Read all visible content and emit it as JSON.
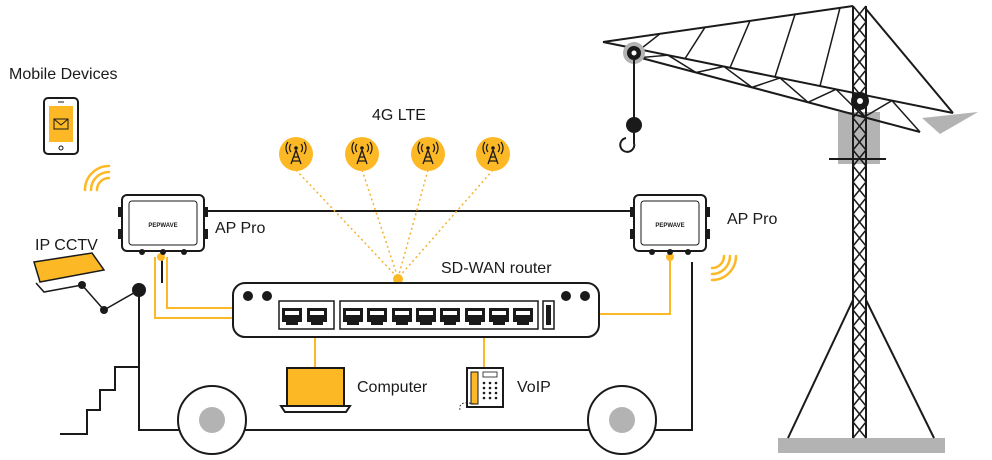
{
  "labels": {
    "mobile_devices": "Mobile Devices",
    "lte": "4G LTE",
    "ip_cctv": "IP CCTV",
    "ap_pro_left": "AP Pro",
    "ap_pro_right": "AP Pro",
    "sdwan_router": "SD-WAN router",
    "computer": "Computer",
    "voip": "VoIP",
    "ap_brand": "PEPWAVE"
  },
  "colors": {
    "accent": "#FDB826",
    "line": "#1a1a1a",
    "grey": "#b3b3b3",
    "dotted": "#F5B02E"
  },
  "icons": [
    "mobile-phone-icon",
    "cell-tower-icon",
    "cctv-camera-icon",
    "access-point-icon",
    "router-icon",
    "laptop-icon",
    "desk-phone-icon",
    "tower-crane-icon",
    "wheel-icon",
    "wifi-signal-icon"
  ]
}
